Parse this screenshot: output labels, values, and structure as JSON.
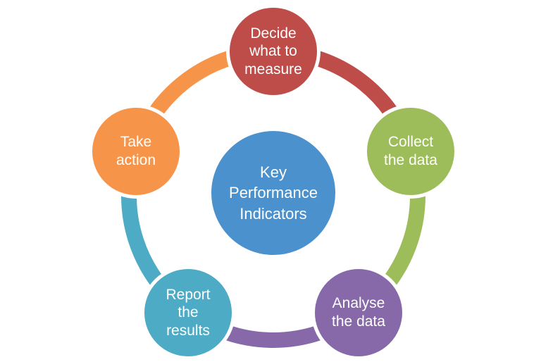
{
  "diagram": {
    "background_color": "#FFFFFF",
    "text_color": "#FFFFFF",
    "circle_border_color": "#FFFFFF",
    "center": {
      "label": "Key\nPerformance\nIndicators",
      "color": "#4A91CD"
    },
    "nodes": [
      {
        "id": "decide",
        "label": "Decide\nwhat to\nmeasure",
        "color": "#BE4C49"
      },
      {
        "id": "collect",
        "label": "Collect\nthe data",
        "color": "#9DBC5A"
      },
      {
        "id": "analyse",
        "label": "Analyse\nthe data",
        "color": "#8769AA"
      },
      {
        "id": "report",
        "label": "Report\nthe\nresults",
        "color": "#4DABC5"
      },
      {
        "id": "take-action",
        "label": "Take\naction",
        "color": "#F6954A"
      }
    ],
    "arcs": [
      {
        "from": "take-action",
        "to": "decide",
        "color": "#F6954A"
      },
      {
        "from": "decide",
        "to": "collect",
        "color": "#BE4C49"
      },
      {
        "from": "collect",
        "to": "analyse",
        "color": "#9DBC5A"
      },
      {
        "from": "analyse",
        "to": "report",
        "color": "#8769AA"
      },
      {
        "from": "report",
        "to": "take-action",
        "color": "#4DABC5"
      }
    ]
  }
}
